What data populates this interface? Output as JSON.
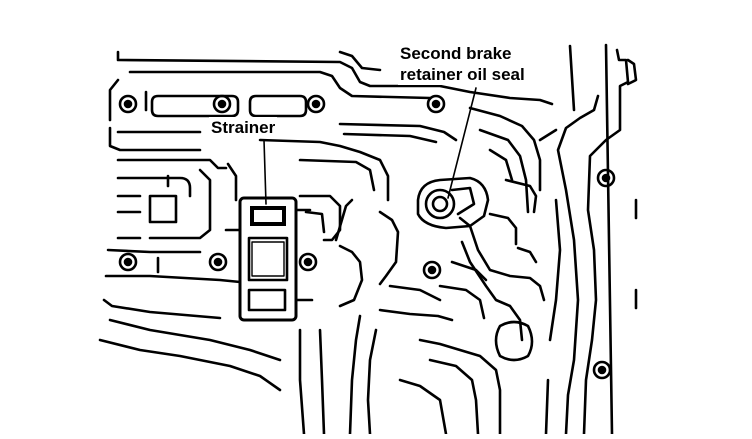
{
  "diagram": {
    "labels": {
      "strainer": "Strainer",
      "oil_seal_line1": "Second brake",
      "oil_seal_line2": "retainer oil seal"
    },
    "colors": {
      "ink": "#000000",
      "background": "#ffffff"
    }
  }
}
